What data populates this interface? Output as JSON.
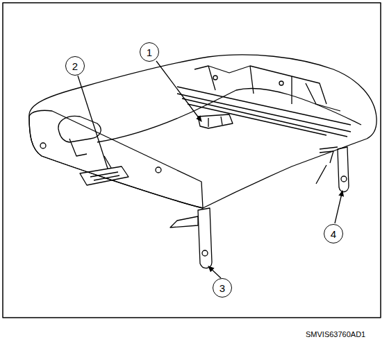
{
  "diagram": {
    "nodes": [
      {
        "text": [
          "1"
        ]
      },
      {
        "text": [
          "2"
        ]
      },
      {
        "text": [
          "3"
        ]
      },
      {
        "text": [
          "4"
        ]
      }
    ],
    "labels": [
      "SMVIS63760AD1"
    ]
  }
}
